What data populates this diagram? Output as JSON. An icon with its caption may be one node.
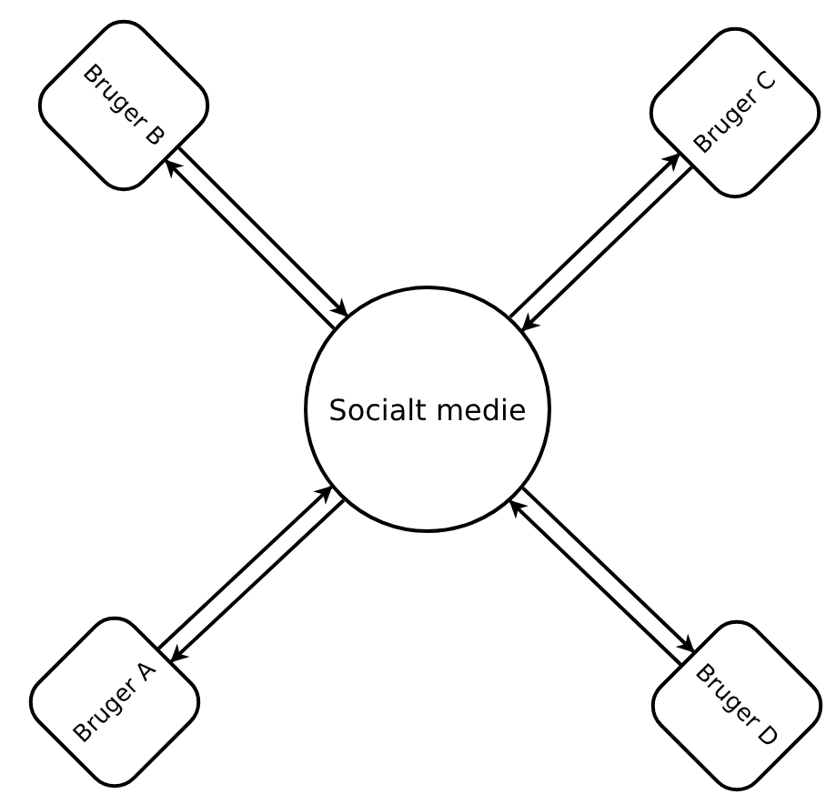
{
  "diagram": {
    "nodes": [
      {
        "text": [
          "Bruger B"
        ]
      },
      {
        "text": [
          "Bruger C"
        ]
      },
      {
        "text": [
          "Socialt medie"
        ]
      },
      {
        "text": [
          "Bruger A"
        ]
      },
      {
        "text": [
          "Bruger D"
        ]
      }
    ],
    "edges": [
      {
        "from": 0,
        "to": 2,
        "arrow": "to"
      },
      {
        "from": 2,
        "to": 0,
        "arrow": "to"
      },
      {
        "from": 1,
        "to": 2,
        "arrow": "to"
      },
      {
        "from": 2,
        "to": 1,
        "arrow": "to"
      },
      {
        "from": 3,
        "to": 2,
        "arrow": "to"
      },
      {
        "from": 2,
        "to": 3,
        "arrow": "to"
      },
      {
        "from": 4,
        "to": 2,
        "arrow": "to"
      },
      {
        "from": 2,
        "to": 4,
        "arrow": "to"
      }
    ]
  }
}
